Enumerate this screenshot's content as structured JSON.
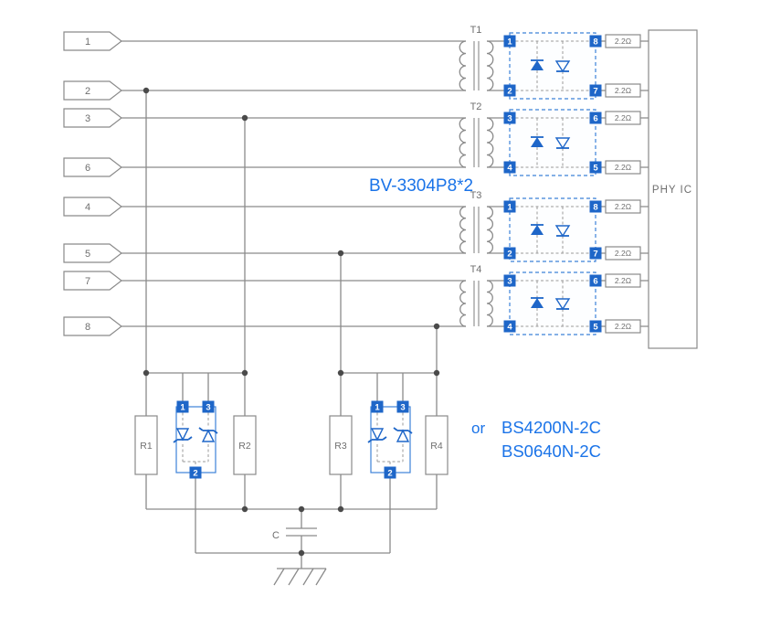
{
  "colors": {
    "component_blue": "#1e66c8",
    "box_blue": "#3c82d8",
    "label_blue": "#1a73e8",
    "wire_gray": "#8a8a8a",
    "text_gray": "#6f6f6f"
  },
  "connectors": {
    "labels": [
      "1",
      "2",
      "3",
      "6",
      "4",
      "5",
      "7",
      "8"
    ]
  },
  "transformers": {
    "labels": [
      "T1",
      "T2",
      "T3",
      "T4"
    ]
  },
  "diode_array": {
    "label": "BV-3304P8*2",
    "pins_left": [
      "1",
      "2",
      "3",
      "4"
    ],
    "pins_right": [
      "8",
      "7",
      "6",
      "5"
    ]
  },
  "series_resistors": {
    "value": "2.2Ω"
  },
  "phy": {
    "label": "PHY IC"
  },
  "termination": {
    "resistor_labels": [
      "R1",
      "R2",
      "R3",
      "R4"
    ],
    "capacitor_label": "C",
    "tvs": {
      "or_label": "or",
      "part_numbers": [
        "BS4200N-2C",
        "BS0640N-2C"
      ],
      "pin_labels": [
        "1",
        "3",
        "2"
      ]
    }
  }
}
